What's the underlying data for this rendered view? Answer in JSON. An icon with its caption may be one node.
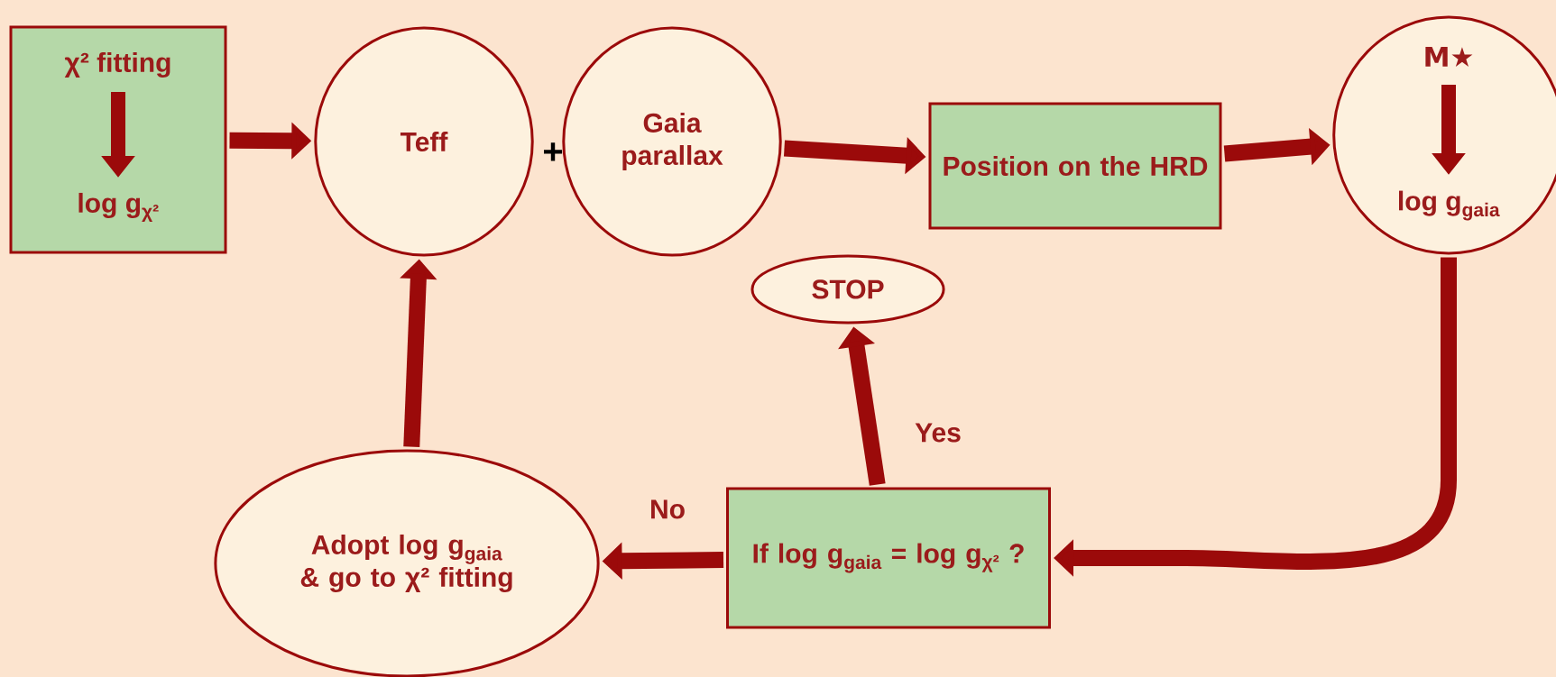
{
  "diagram": {
    "nodes": [
      {
        "text": [
          "χ² fitting",
          "log g$_{χ²}$"
        ]
      },
      {
        "text": [
          "Teff"
        ]
      },
      {
        "text": [
          "Gaia parallax"
        ]
      },
      {
        "text": [
          "Position on the HRD"
        ]
      },
      {
        "text": [
          "M★",
          "log g$_{gaia}$"
        ]
      },
      {
        "text": [
          "STOP"
        ]
      },
      {
        "text": [
          "Adopt log g$_{gaia}$ & go to χ² fitting"
        ]
      },
      {
        "text": [
          "If log g$_{gaia}$ = log g$_{χ²}$ ?"
        ]
      }
    ],
    "edges": [
      {
        "from": 0,
        "to": 1,
        "arrow": "to"
      },
      {
        "from": 2,
        "to": 3,
        "arrow": "to"
      },
      {
        "from": 3,
        "to": 4,
        "arrow": "to"
      },
      {
        "from": 4,
        "to": 7,
        "arrow": "to"
      },
      {
        "from": 7,
        "to": 5,
        "arrow": "to",
        "label": "Yes"
      },
      {
        "from": 7,
        "to": 6,
        "arrow": "to",
        "label": "No"
      },
      {
        "from": 6,
        "to": 1,
        "arrow": "to"
      }
    ],
    "labels": [
      "+"
    ]
  }
}
